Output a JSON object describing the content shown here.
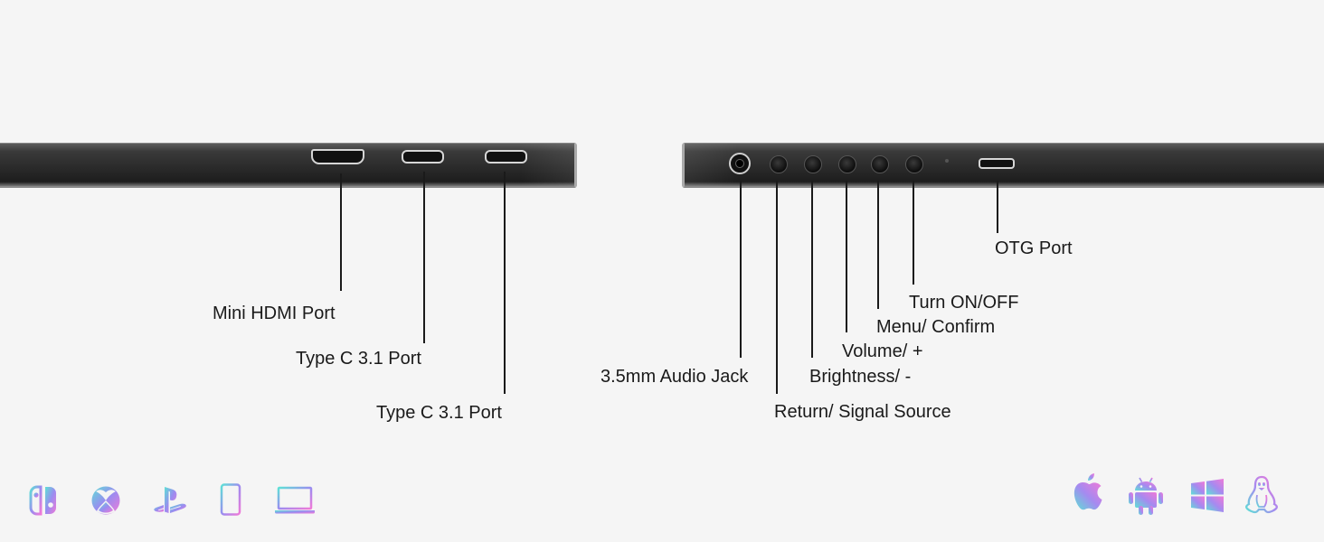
{
  "left_labels": {
    "mini_hdmi": "Mini HDMI Port",
    "type_c_1": "Type C 3.1 Port",
    "type_c_2": "Type C 3.1 Port"
  },
  "right_labels": {
    "audio_jack": "3.5mm Audio Jack",
    "return": "Return/ Signal Source",
    "brightness": "Brightness/ -",
    "volume": "Volume/ +",
    "menu": "Menu/ Confirm",
    "power": "Turn ON/OFF",
    "otg": "OTG Port"
  },
  "device_icons": [
    "nintendo-switch-icon",
    "xbox-icon",
    "playstation-icon",
    "phone-icon",
    "laptop-icon"
  ],
  "os_icons": [
    "apple-icon",
    "android-icon",
    "windows-icon",
    "linux-icon"
  ],
  "colors": {
    "gradient_start": "#5ee0d6",
    "gradient_mid": "#9a8cf0",
    "gradient_end": "#f07ad8",
    "device_body": "#2b2b2b",
    "background": "#f5f5f5"
  }
}
